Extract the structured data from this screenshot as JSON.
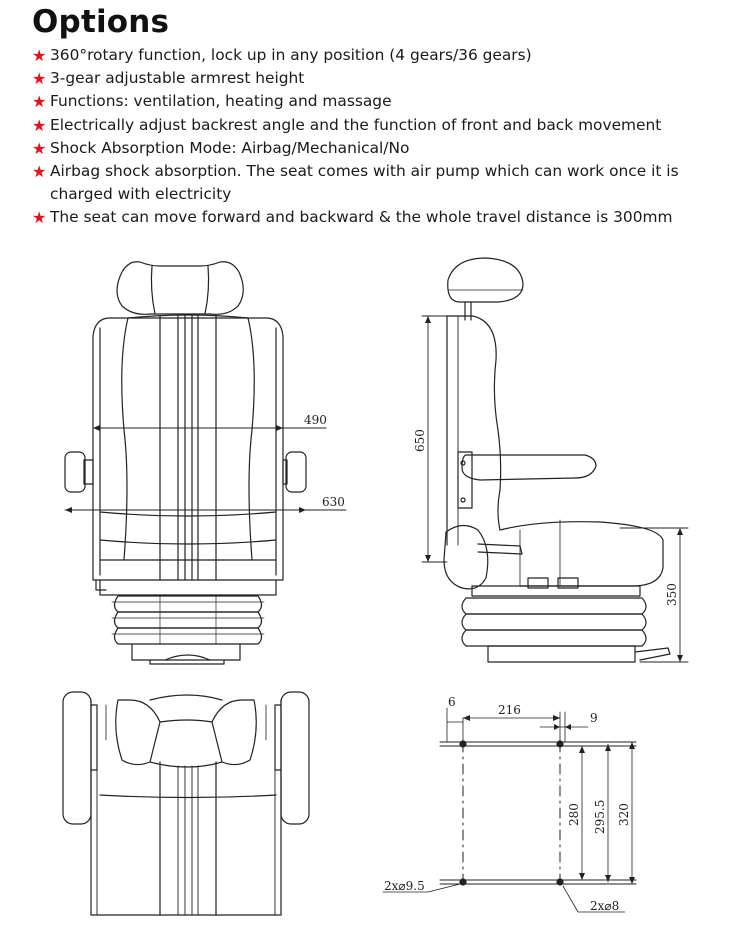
{
  "title": "Options",
  "options": [
    "360°rotary function, lock up in any position (4 gears/36 gears)",
    "3-gear adjustable armrest height",
    "Functions: ventilation, heating and massage",
    "Electrically adjust backrest angle and the function of front and back movement",
    "Shock Absorption Mode: Airbag/Mechanical/No",
    "Airbag shock absorption. The seat comes with air pump which can work once it is charged with electricity",
    "The seat can move forward and backward & the whole travel distance is 300mm"
  ],
  "colors": {
    "star": "#e3121d",
    "line": "#222222"
  },
  "icons": {
    "bullet": "star-icon"
  },
  "dimensions": {
    "front_width": "490",
    "overall_width": "630",
    "height": "650",
    "base_height": "350",
    "hole_spacing_x": "216",
    "edge_offset": "6",
    "slot_width": "9",
    "hole_spacing_y1": "280",
    "hole_spacing_y2": "295.5",
    "hole_spacing_y3": "320",
    "hole_a": "2x⌀9.5",
    "hole_b": "2x⌀8"
  }
}
